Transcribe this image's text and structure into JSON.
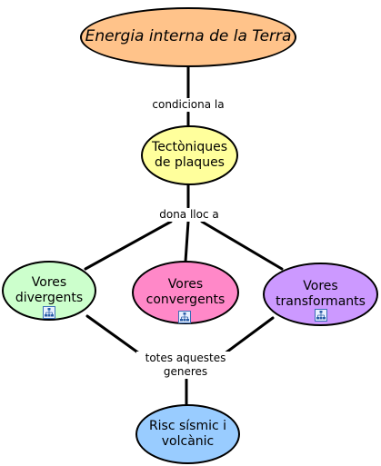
{
  "nodes": {
    "energia": {
      "label": "Energia interna de la Terra",
      "fill": "#FFC38A"
    },
    "tectoniques": {
      "label": "Tectòniques\nde plaques",
      "fill": "#FFFF9C"
    },
    "divergents": {
      "label": "Vores\ndivergents",
      "fill": "#CCFFCC"
    },
    "convergents": {
      "label": "Vores\nconvergents",
      "fill": "#FF88C8"
    },
    "transformants": {
      "label": "Vores\ntransformants",
      "fill": "#CC99FF"
    },
    "risc": {
      "label": "Risc sísmic i\nvolcànic",
      "fill": "#99CCFF"
    }
  },
  "links": {
    "condiciona": "condiciona la",
    "dona": "dona lloc a",
    "totes": "totes aquestes\ngeneres"
  },
  "icons": {
    "submap": "concept-map-icon"
  }
}
